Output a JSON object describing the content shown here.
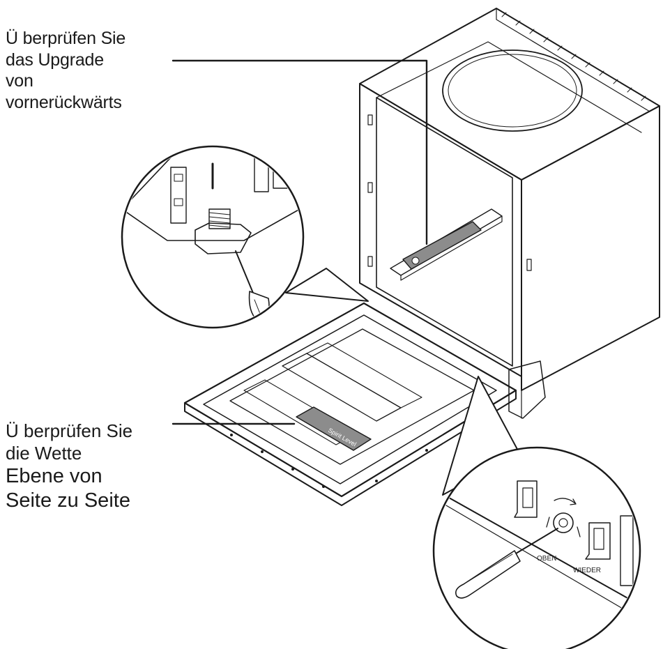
{
  "labels": {
    "front_to_back": [
      "Ü berprüfen  Sie",
      "das  Upgrade",
      "von",
      "vornerückwärts"
    ],
    "side_to_side": [
      "Ü berprüfen Sie",
      "die Wette",
      "Ebene von",
      "Seite zu Seite"
    ]
  },
  "level_tool": {
    "text": "Spirit Level"
  },
  "detail_words": {
    "up": "OBEN",
    "down": "WIEDER"
  },
  "colors": {
    "line": "#1a1a1a",
    "level_fill": "#8c8c8c",
    "background": "#ffffff"
  }
}
